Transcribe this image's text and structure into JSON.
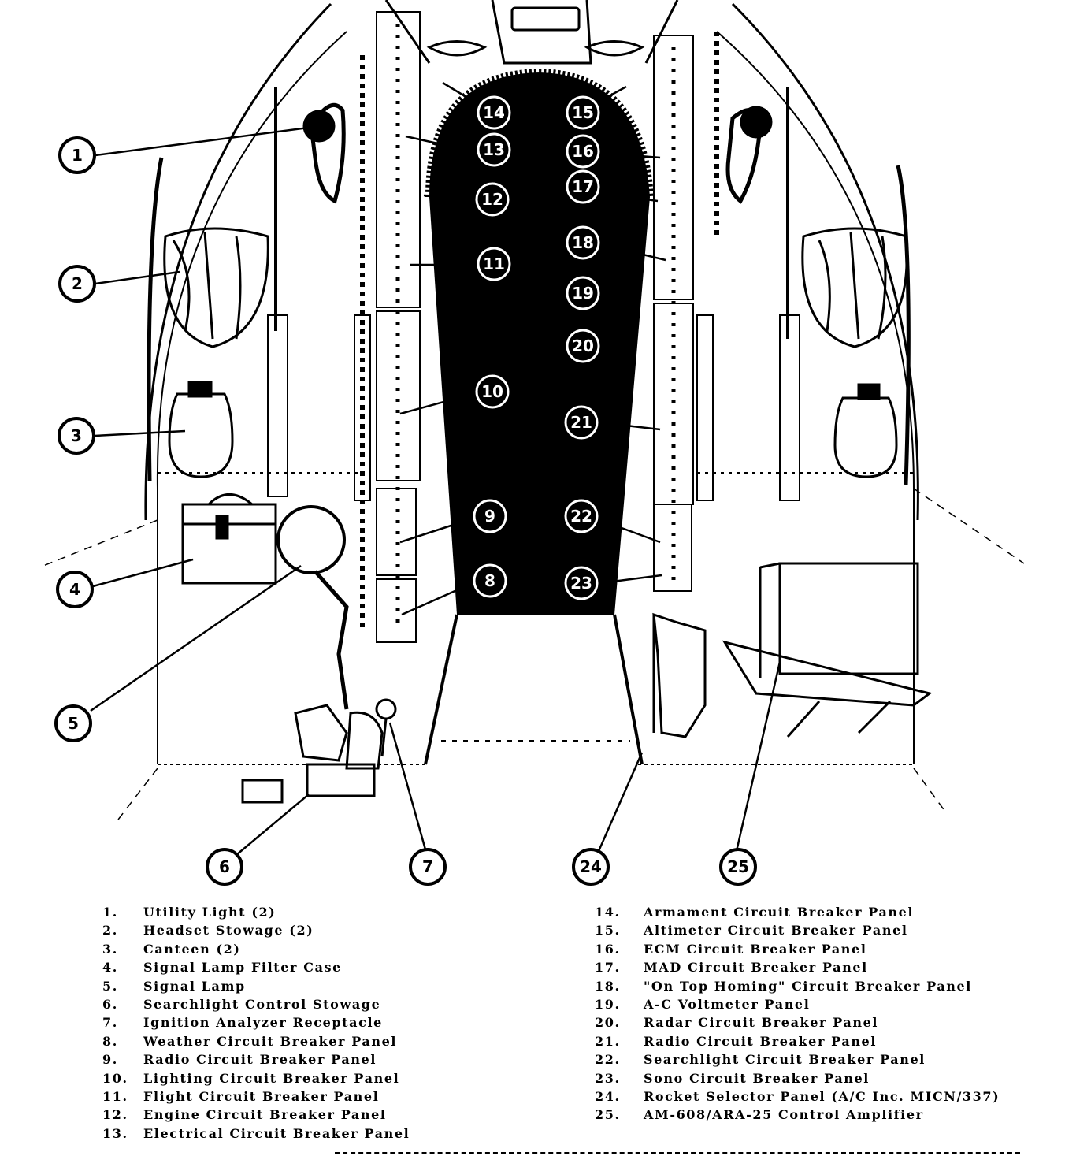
{
  "callouts": [
    {
      "id": "1",
      "label": "1"
    },
    {
      "id": "2",
      "label": "2"
    },
    {
      "id": "3",
      "label": "3"
    },
    {
      "id": "4",
      "label": "4"
    },
    {
      "id": "5",
      "label": "5"
    },
    {
      "id": "6",
      "label": "6"
    },
    {
      "id": "7",
      "label": "7"
    },
    {
      "id": "8",
      "label": "8"
    },
    {
      "id": "9",
      "label": "9"
    },
    {
      "id": "10",
      "label": "10"
    },
    {
      "id": "11",
      "label": "11"
    },
    {
      "id": "12",
      "label": "12"
    },
    {
      "id": "13",
      "label": "13"
    },
    {
      "id": "14",
      "label": "14"
    },
    {
      "id": "15",
      "label": "15"
    },
    {
      "id": "16",
      "label": "16"
    },
    {
      "id": "17",
      "label": "17"
    },
    {
      "id": "18",
      "label": "18"
    },
    {
      "id": "19",
      "label": "19"
    },
    {
      "id": "20",
      "label": "20"
    },
    {
      "id": "21",
      "label": "21"
    },
    {
      "id": "22",
      "label": "22"
    },
    {
      "id": "23",
      "label": "23"
    },
    {
      "id": "24",
      "label": "24"
    },
    {
      "id": "25",
      "label": "25"
    }
  ],
  "legend": [
    {
      "num": "1.",
      "text": "Utility Light (2)"
    },
    {
      "num": "2.",
      "text": "Headset Stowage (2)"
    },
    {
      "num": "3.",
      "text": "Canteen (2)"
    },
    {
      "num": "4.",
      "text": "Signal Lamp Filter Case"
    },
    {
      "num": "5.",
      "text": "Signal Lamp"
    },
    {
      "num": "6.",
      "text": "Searchlight Control Stowage"
    },
    {
      "num": "7.",
      "text": "Ignition Analyzer Receptacle"
    },
    {
      "num": "8.",
      "text": "Weather Circuit Breaker Panel"
    },
    {
      "num": "9.",
      "text": "Radio Circuit Breaker Panel"
    },
    {
      "num": "10.",
      "text": "Lighting Circuit Breaker Panel"
    },
    {
      "num": "11.",
      "text": "Flight Circuit Breaker Panel"
    },
    {
      "num": "12.",
      "text": "Engine Circuit Breaker Panel"
    },
    {
      "num": "13.",
      "text": "Electrical Circuit Breaker Panel"
    },
    {
      "num": "14.",
      "text": "Armament Circuit Breaker Panel"
    },
    {
      "num": "15.",
      "text": "Altimeter Circuit Breaker Panel"
    },
    {
      "num": "16.",
      "text": "ECM Circuit Breaker Panel"
    },
    {
      "num": "17.",
      "text": "MAD Circuit Breaker Panel"
    },
    {
      "num": "18.",
      "text": "\"On Top Homing\" Circuit Breaker Panel"
    },
    {
      "num": "19.",
      "text": "A-C Voltmeter Panel"
    },
    {
      "num": "20.",
      "text": "Radar Circuit Breaker Panel"
    },
    {
      "num": "21.",
      "text": "Radio Circuit Breaker Panel"
    },
    {
      "num": "22.",
      "text": "Searchlight Circuit Breaker Panel"
    },
    {
      "num": "23.",
      "text": "Sono Circuit Breaker Panel"
    },
    {
      "num": "24.",
      "text": "Rocket Selector Panel (A/C Inc. MICN/337)"
    },
    {
      "num": "25.",
      "text": "AM-608/ARA-25 Control Amplifier"
    }
  ]
}
